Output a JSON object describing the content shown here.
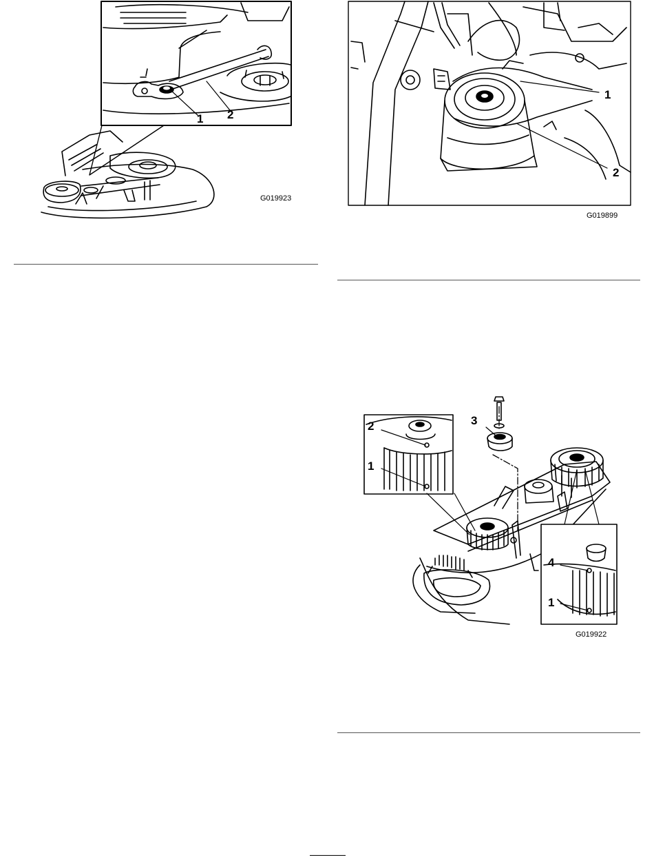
{
  "figures": [
    {
      "id": "G019923",
      "callouts": [
        "1",
        "2"
      ]
    },
    {
      "id": "G019899",
      "callouts": [
        "1",
        "2"
      ]
    },
    {
      "id": "G019922",
      "callouts": [
        "2",
        "1",
        "3",
        "4",
        "1"
      ]
    }
  ]
}
